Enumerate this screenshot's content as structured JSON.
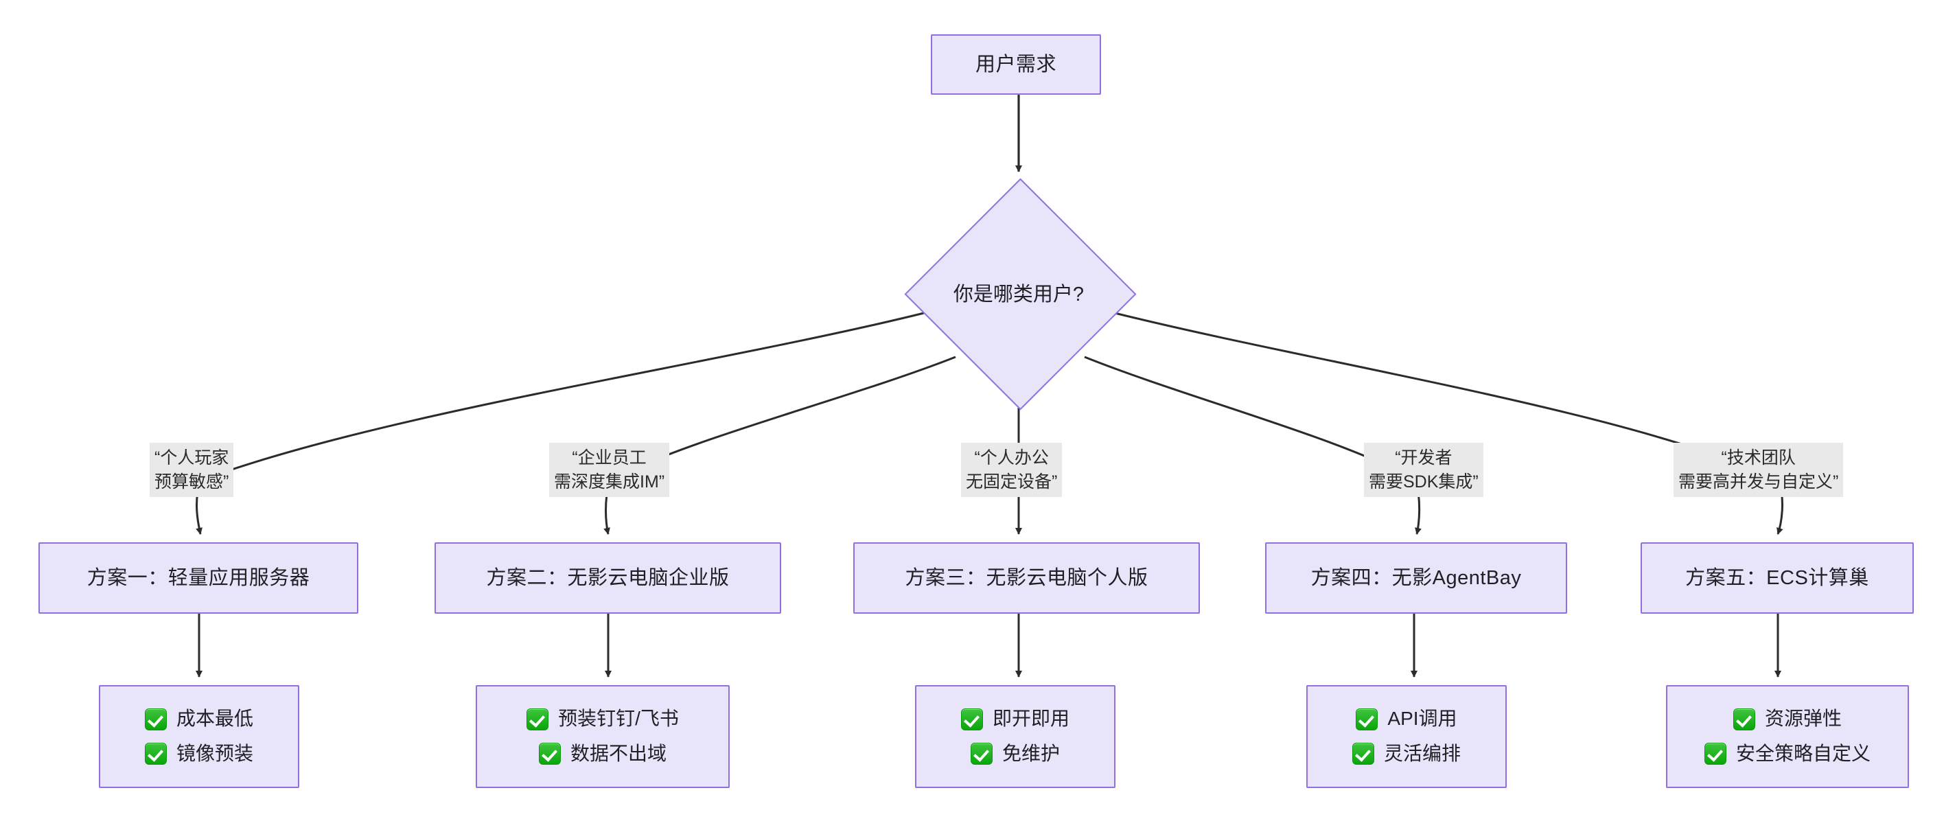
{
  "diagram": {
    "type": "flowchart",
    "title_node": "用户需求",
    "decision": "你是哪类用户?",
    "edge_labels": [
      {
        "line1": "“个人玩家",
        "line2": "预算敏感”"
      },
      {
        "line1": "“企业员工",
        "line2": "需深度集成IM”"
      },
      {
        "line1": "“个人办公",
        "line2": "无固定设备”"
      },
      {
        "line1": "“开发者",
        "line2": "需要SDK集成”"
      },
      {
        "line1": "“技术团队",
        "line2": "需要高并发与自定义”"
      }
    ],
    "solutions": [
      {
        "label": "方案一：轻量应用服务器"
      },
      {
        "label": "方案二：无影云电脑企业版"
      },
      {
        "label": "方案三：无影云电脑个人版"
      },
      {
        "label": "方案四：无影AgentBay"
      },
      {
        "label": "方案五：ECS计算巢"
      }
    ],
    "features": [
      {
        "items": [
          "成本最低",
          "镜像预装"
        ]
      },
      {
        "items": [
          "预装钉钉/飞书",
          "数据不出域"
        ]
      },
      {
        "items": [
          "即开即用",
          "免维护"
        ]
      },
      {
        "items": [
          "API调用",
          "灵活编排"
        ]
      },
      {
        "items": [
          "资源弹性",
          "安全策略自定义"
        ]
      }
    ],
    "icon": "green-check-icon",
    "colors": {
      "node_fill": "#e8e5fb",
      "node_border": "#9370e0",
      "edge_line": "#333333",
      "label_bg": "#e9e9e9",
      "check_green": "#0aa60a",
      "text": "#1f1f24"
    }
  }
}
